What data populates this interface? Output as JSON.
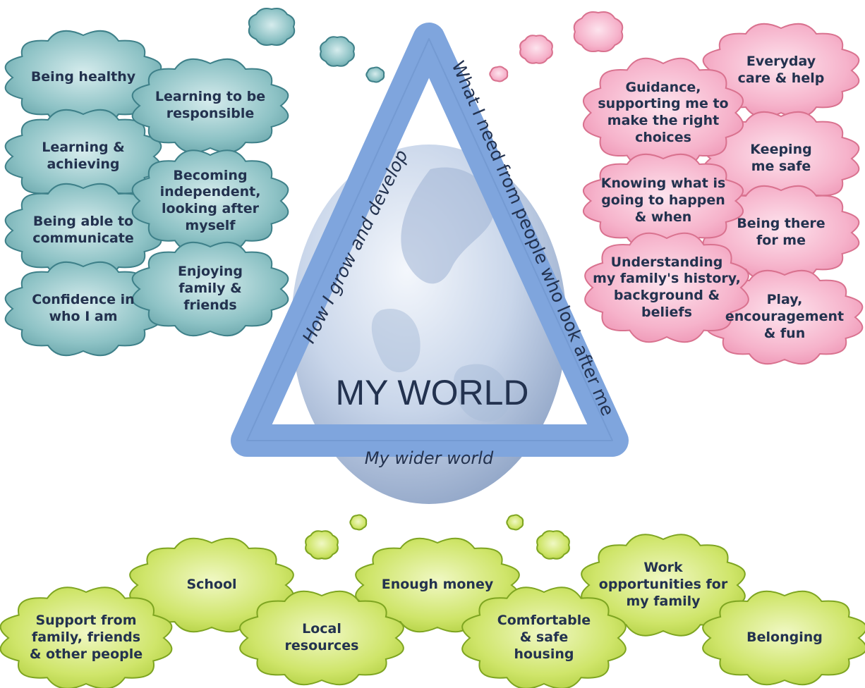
{
  "title": "MY WORLD",
  "colors": {
    "teal_fill": "#7db4b8",
    "teal_edge": "#3e8089",
    "pink_fill": "#f5adc6",
    "pink_edge": "#d9728f",
    "green_fill": "#c8e05a",
    "green_edge": "#7ea521",
    "triangle": "#7fa5dd",
    "text": "#23324f"
  },
  "triangle": {
    "left_side": "How I grow and develop",
    "right_side": "What I need from people who look after me",
    "base": "My wider world"
  },
  "development_needs": [
    "Being healthy",
    "Learning &\nachieving",
    "Being able to\ncommunicate",
    "Confidence in\nwho I am",
    "Learning to be\nresponsible",
    "Becoming\nindependent,\nlooking after\nmyself",
    "Enjoying\nfamily &\nfriends"
  ],
  "parenting_needs": [
    "Guidance,\nsupporting me to\nmake the right\nchoices",
    "Knowing what is\ngoing to happen\n& when",
    "Understanding\nmy family's history,\nbackground &\nbeliefs",
    "Everyday\ncare & help",
    "Keeping\nme safe",
    "Being there\nfor me",
    "Play,\nencouragement\n& fun"
  ],
  "wider_world": [
    "Support from\nfamily, friends\n& other people",
    "School",
    "Local\nresources",
    "Enough money",
    "Comfortable\n& safe\nhousing",
    "Work\nopportunities for\nmy family",
    "Belonging"
  ]
}
